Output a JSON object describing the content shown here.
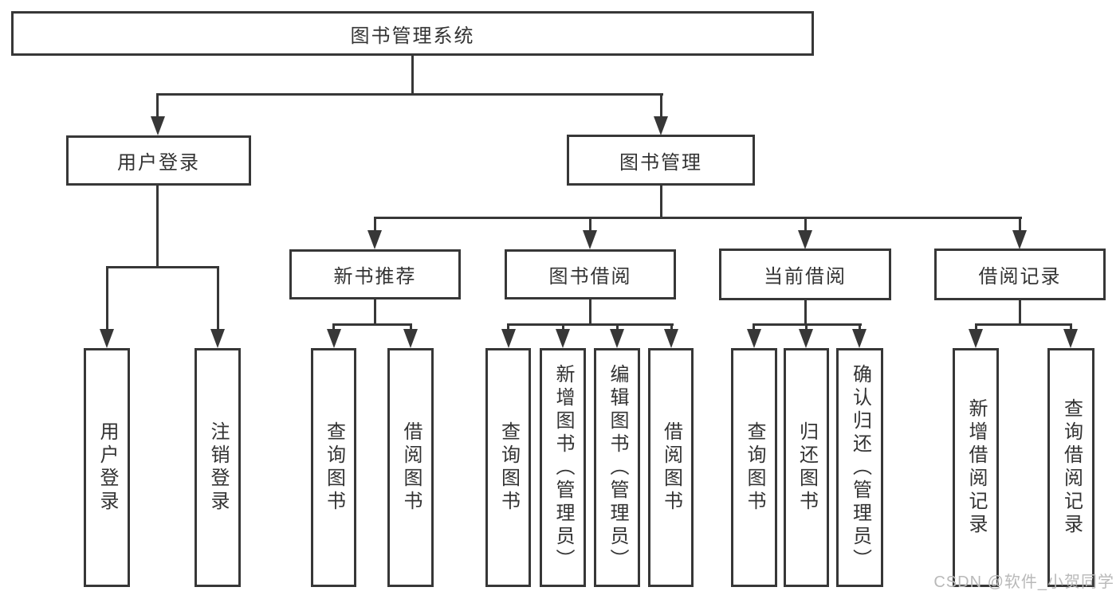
{
  "diagram": {
    "root": {
      "label": "图书管理系统"
    },
    "level2": [
      {
        "label": "用户登录",
        "children": [
          {
            "label": "用户登录"
          },
          {
            "label": "注销登录"
          }
        ]
      },
      {
        "label": "图书管理",
        "children": [
          {
            "label": "新书推荐",
            "children": [
              {
                "label": "查询图书"
              },
              {
                "label": "借阅图书"
              }
            ]
          },
          {
            "label": "图书借阅",
            "children": [
              {
                "label": "查询图书"
              },
              {
                "label": "新增图书（管理员）"
              },
              {
                "label": "编辑图书（管理员）"
              },
              {
                "label": "借阅图书"
              }
            ]
          },
          {
            "label": "当前借阅",
            "children": [
              {
                "label": "查询图书"
              },
              {
                "label": "归还图书"
              },
              {
                "label": "确认归还（管理员）"
              }
            ]
          },
          {
            "label": "借阅记录",
            "children": [
              {
                "label": "新增借阅记录"
              },
              {
                "label": "查询借阅记录"
              }
            ]
          }
        ]
      }
    ]
  },
  "watermark": {
    "text": "CSDN @软件_小贺同学"
  },
  "colors": {
    "line": "#373737",
    "text": "#333333",
    "background": "#ffffff",
    "watermark": "#b9b9b9"
  }
}
